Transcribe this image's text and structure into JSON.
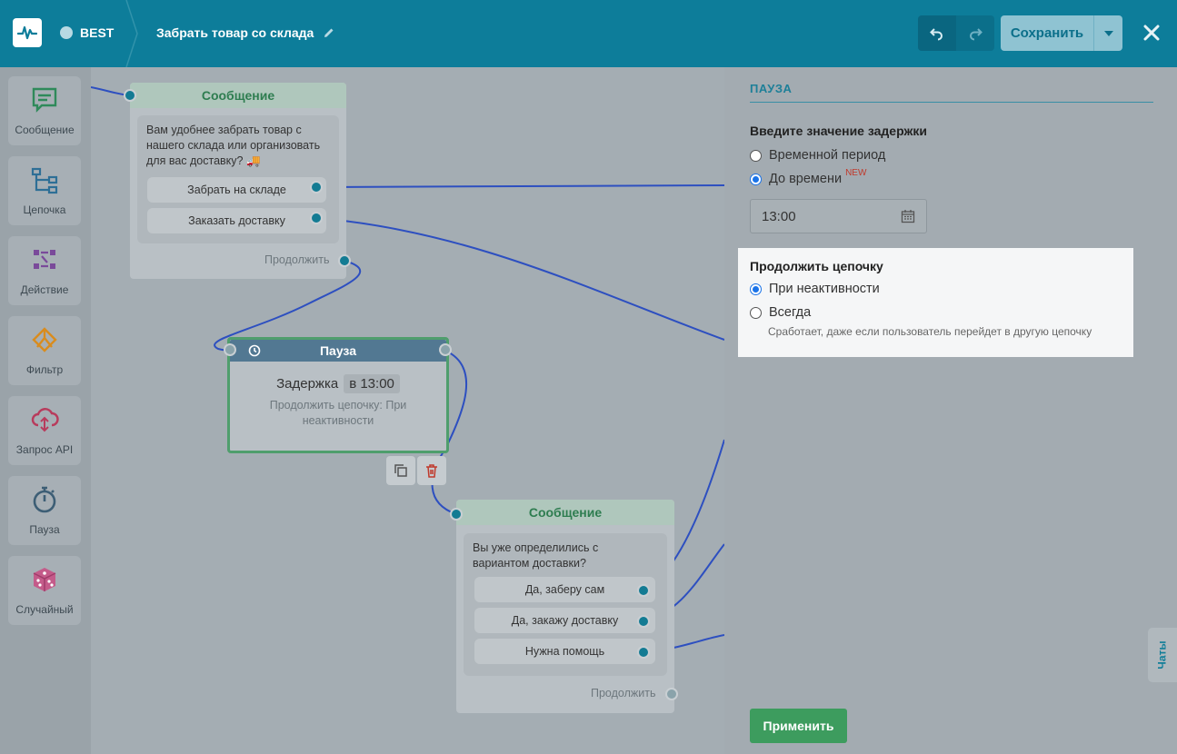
{
  "header": {
    "bot_name": "BEST",
    "flow_title": "Забрать товар со склада",
    "save_label": "Сохранить"
  },
  "sidebar": {
    "items": [
      {
        "label": "Сообщение",
        "icon": "message-icon"
      },
      {
        "label": "Цепочка",
        "icon": "chain-icon"
      },
      {
        "label": "Действие",
        "icon": "action-icon"
      },
      {
        "label": "Фильтр",
        "icon": "filter-icon"
      },
      {
        "label": "Запрос API",
        "icon": "api-icon"
      },
      {
        "label": "Пауза",
        "icon": "stopwatch-icon"
      },
      {
        "label": "Случайный",
        "icon": "dice-icon"
      }
    ]
  },
  "canvas": {
    "node1": {
      "title": "Сообщение",
      "text": "Вам удобнее забрать товар с нашего склада или организовать для вас доставку? 🚚",
      "buttons": [
        "Забрать на складе",
        "Заказать доставку"
      ],
      "continue_label": "Продолжить"
    },
    "pause": {
      "title": "Пауза",
      "delay_label": "Задержка",
      "delay_value": "в 13:00",
      "sub": "Продолжить цепочку: При неактивности"
    },
    "node2": {
      "title": "Сообщение",
      "text": "Вы уже определились с вариантом доставки?",
      "buttons": [
        "Да, заберу сам",
        "Да, закажу доставку",
        "Нужна помощь"
      ],
      "continue_label": "Продолжить"
    }
  },
  "panel": {
    "title": "ПАУЗА",
    "delay_heading": "Введите значение задержки",
    "opt_period": "Временной период",
    "opt_until": "До времени",
    "new_badge": "NEW",
    "time_value": "13:00",
    "continue_heading": "Продолжить цепочку",
    "opt_inactive": "При неактивности",
    "opt_always": "Всегда",
    "always_hint": "Сработает, даже если пользователь перейдет в другую цепочку",
    "apply_label": "Применить",
    "chats_tab": "Чаты"
  },
  "colors": {
    "topbar": "#0d7d9a",
    "accent": "#1d7f98",
    "apply": "#3d9c5e",
    "message_title": "#2e7d50",
    "pause_header": "#527892"
  }
}
